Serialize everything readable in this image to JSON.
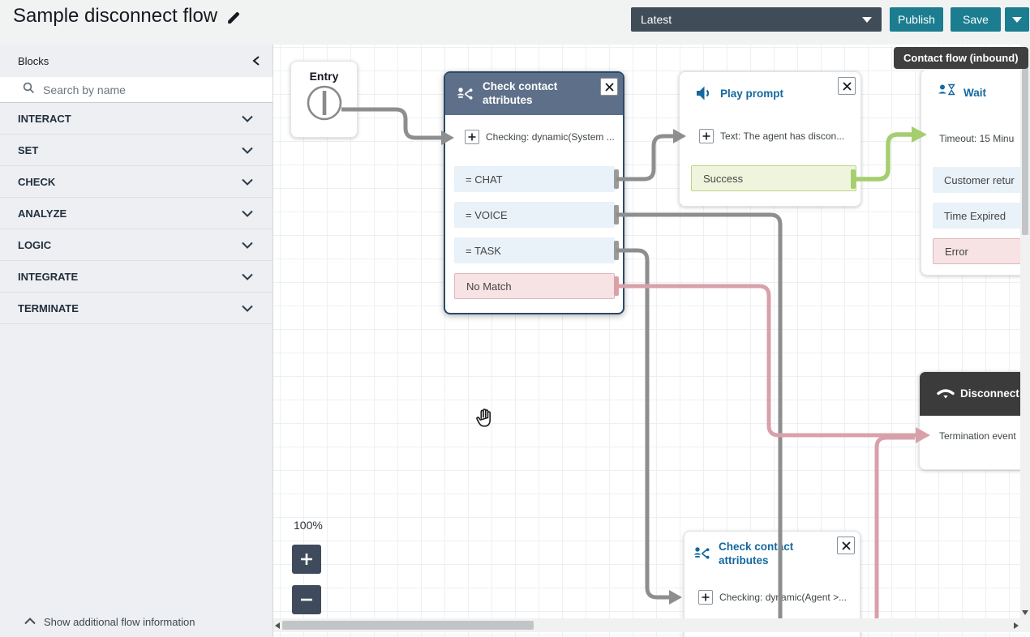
{
  "header": {
    "title": "Sample disconnect flow",
    "version_label": "Latest",
    "publish_label": "Publish",
    "save_label": "Save"
  },
  "sidebar": {
    "panel_title": "Blocks",
    "search_placeholder": "Search by name",
    "categories": [
      "INTERACT",
      "SET",
      "CHECK",
      "ANALYZE",
      "LOGIC",
      "INTEGRATE",
      "TERMINATE"
    ],
    "footer_link": "Show additional flow information"
  },
  "canvas": {
    "badge": "Contact flow (inbound)",
    "zoom_level": "100%",
    "entry": {
      "label": "Entry"
    },
    "blocks": {
      "check_attributes_1": {
        "title": "Check contact attributes",
        "parameter": "Checking: dynamic(System ...",
        "branches": [
          "= CHAT",
          "= VOICE",
          "= TASK",
          "No Match"
        ]
      },
      "play_prompt": {
        "title": "Play prompt",
        "parameter": "Text: The agent has discon...",
        "branches": [
          "Success"
        ]
      },
      "wait": {
        "title": "Wait",
        "parameter": "Timeout: 15 Minu",
        "branches": [
          "Customer retur",
          "Time Expired",
          "Error"
        ]
      },
      "disconnect": {
        "title": "Disconnect",
        "parameter": "Termination event"
      },
      "check_attributes_2": {
        "title": "Check contact attributes",
        "parameter": "Checking: dynamic(Agent >..."
      }
    },
    "colors": {
      "connector_gray": "#8e8e8e",
      "connector_pink": "#d8a1a9",
      "connector_green": "#a5ce6f",
      "branch_blue_bg": "#e9f1f9",
      "branch_pink_bg": "#f7e2e4",
      "branch_green_bg": "#eef5dc",
      "selected_block_header": "#5e7089",
      "terminate_block_header": "#3b3b3b",
      "block_title_blue": "#15699e",
      "accent_teal": "#1b7d8f",
      "toolbar_dark": "#414c59"
    }
  }
}
